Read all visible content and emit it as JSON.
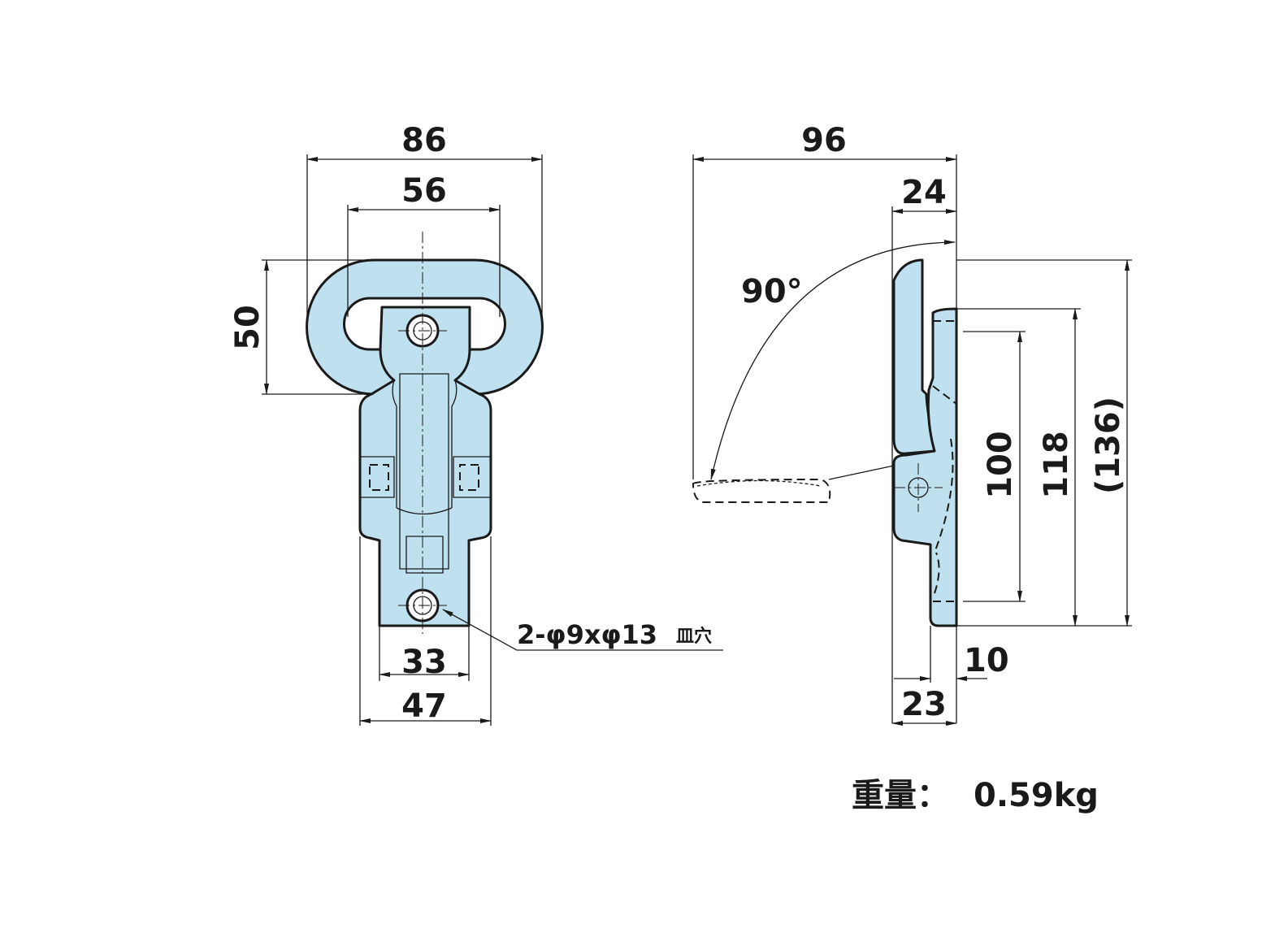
{
  "front_view": {
    "dims": {
      "overall_width": "86",
      "slot_width": "56",
      "ring_height": "50",
      "hole_pitch_width": "33",
      "body_width": "47"
    },
    "hole_note": {
      "spec": "2-φ9xφ13",
      "type": "皿穴"
    }
  },
  "side_view": {
    "dims": {
      "total_depth": "96",
      "base_depth": "24",
      "swing_angle": "90°",
      "hole_pitch": "100",
      "base_height": "118",
      "overall_height": "(136)",
      "plate_thickness": "10",
      "body_depth": "23"
    }
  },
  "weight": {
    "label": "重量：",
    "value": "0.59kg"
  },
  "colors": {
    "part_fill": "#bfe0ee",
    "line": "#1a1a1a"
  }
}
